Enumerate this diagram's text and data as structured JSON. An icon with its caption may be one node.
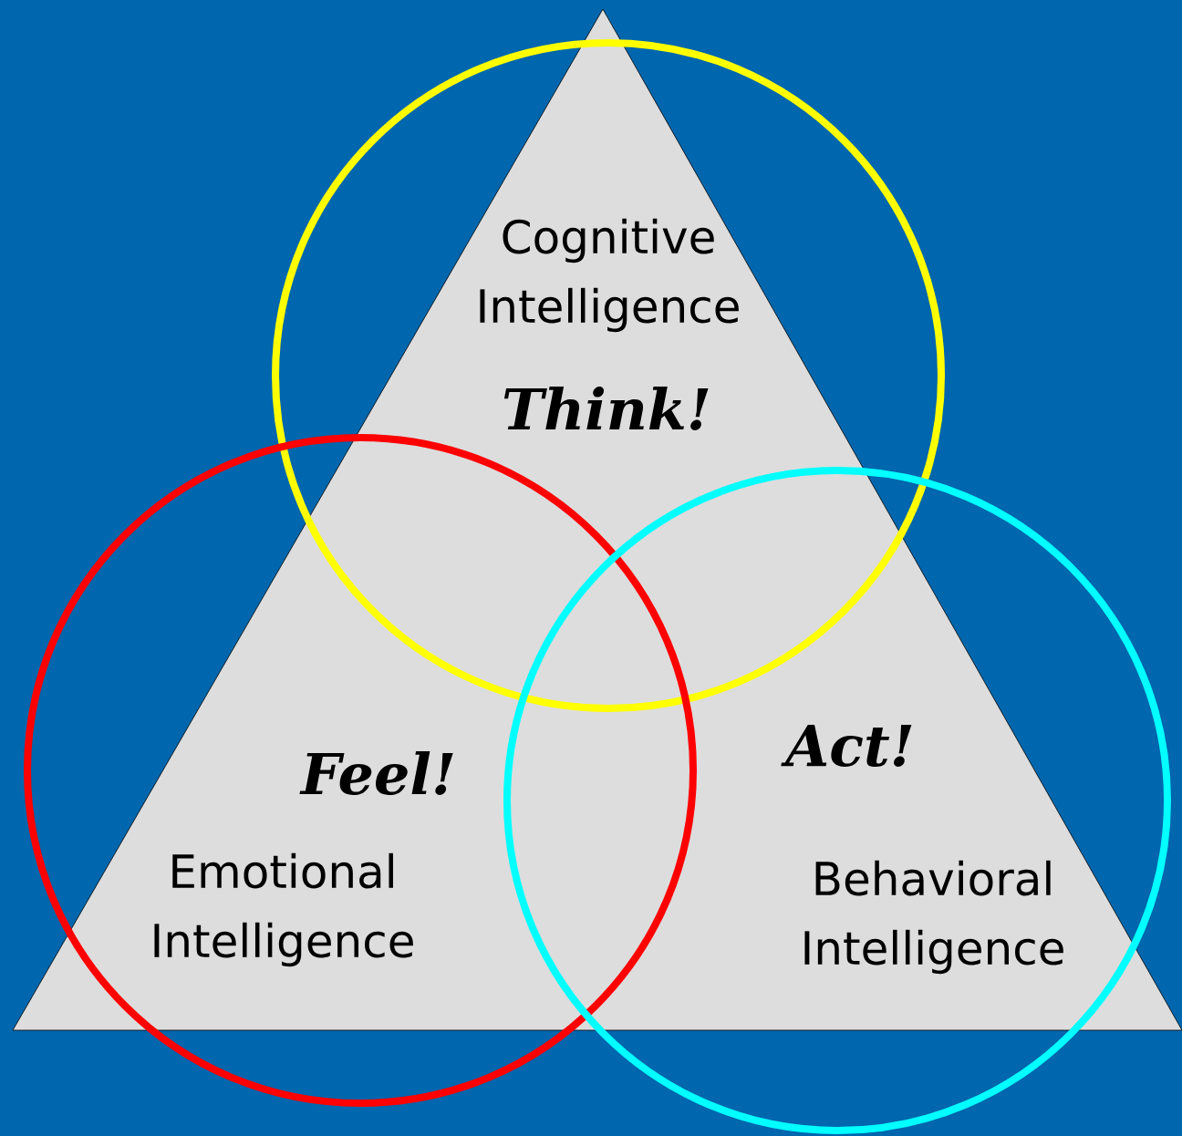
{
  "diagram": {
    "nodes": [
      {
        "text": [
          "Cognitive Intelligence",
          "Think!"
        ]
      },
      {
        "text": [
          "Feel!",
          "Emotional Intelligence"
        ]
      },
      {
        "text": [
          "Act!",
          "Behavioral Intelligence"
        ]
      }
    ]
  }
}
